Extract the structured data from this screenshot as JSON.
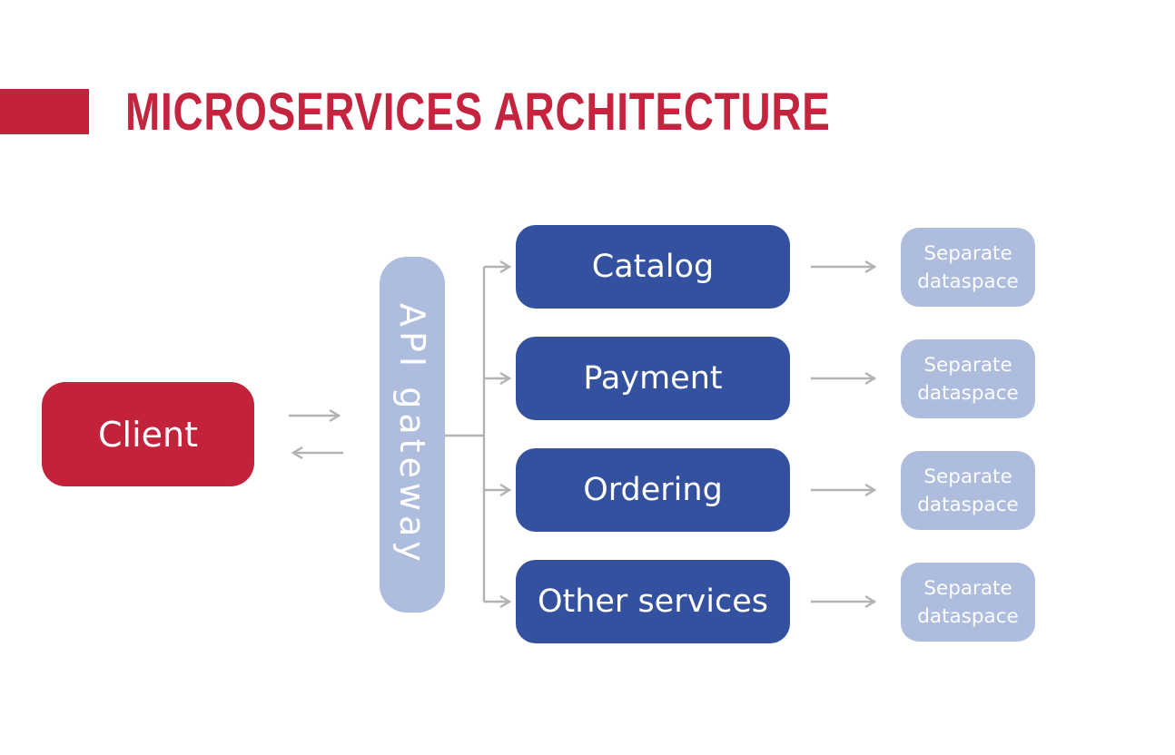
{
  "title": {
    "text": "MICROSERVICES ARCHITECTURE"
  },
  "colors": {
    "accent_red": "#C3223B",
    "title_red": "#C5243F",
    "node_blue": "#33519E",
    "node_light_blue": "#AEBDDE",
    "arrow_gray": "#B3B3B3",
    "text_white": "#FFFFFF"
  },
  "diagram": {
    "client": {
      "label": "Client"
    },
    "gateway": {
      "label": "API gateway"
    },
    "services": [
      {
        "label": "Catalog",
        "datastore": {
          "line1": "Separate",
          "line2": "dataspace"
        }
      },
      {
        "label": "Payment",
        "datastore": {
          "line1": "Separate",
          "line2": "dataspace"
        }
      },
      {
        "label": "Ordering",
        "datastore": {
          "line1": "Separate",
          "line2": "dataspace"
        }
      },
      {
        "label": "Other services",
        "datastore": {
          "line1": "Separate",
          "line2": "dataspace"
        }
      }
    ]
  }
}
